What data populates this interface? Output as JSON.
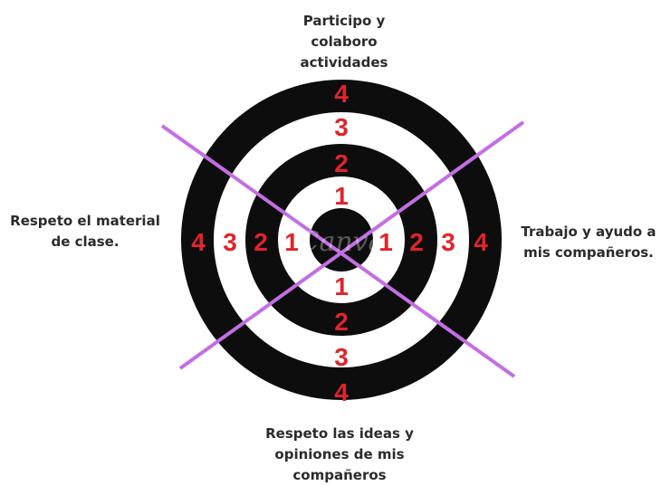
{
  "colors": {
    "ring_dark": "#0d0d0d",
    "ring_light": "#ffffff",
    "numbers": "#e0242a",
    "lines": "#c46ee4",
    "label_text": "#2b2b2b"
  },
  "labels": {
    "top": "Participo y\ncolaboro\nactividades",
    "left": "Respeto el material\nde clase.",
    "right": "Trabajo y ayudo a\nmis compañeros.",
    "bottom": "Respeto las ideas y\nopiniones de mis\ncompañeros"
  },
  "target": {
    "numbers": {
      "top": [
        "4",
        "3",
        "2",
        "1"
      ],
      "left": [
        "4",
        "3",
        "2",
        "1"
      ],
      "right": [
        "1",
        "2",
        "3",
        "4"
      ],
      "bottom": [
        "1",
        "2",
        "3",
        "4"
      ]
    },
    "watermark": "Canva"
  }
}
